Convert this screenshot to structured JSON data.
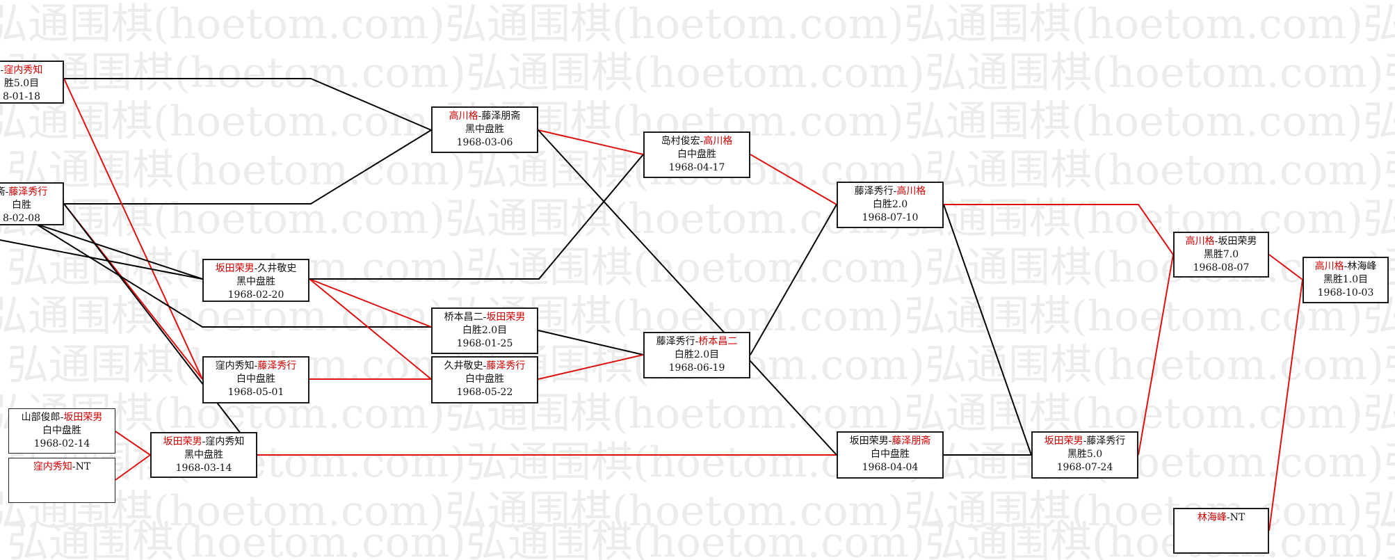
{
  "watermark": "弘通围棋(hoetom.com)",
  "colors": {
    "winner": "#d40000",
    "loser": "#111111",
    "win_line": "#e01010",
    "lose_line": "#000000"
  },
  "games": [
    {
      "id": "g1",
      "p1": "-",
      "p2": "窪内秀知",
      "win": 2,
      "result": "胜5.0目",
      "date": "8-01-18"
    },
    {
      "id": "g2",
      "p1": "斋-",
      "p2": "藤泽秀行",
      "win": 2,
      "result": "白胜",
      "date": "8-02-08"
    },
    {
      "id": "g3",
      "p1": "坂田荣男",
      "p2": "久井敬史",
      "win": 1,
      "result": "黑中盘胜",
      "date": "1968-02-20"
    },
    {
      "id": "g4",
      "p1": "窪内秀知",
      "p2": "藤泽秀行",
      "win": 2,
      "result": "白中盘胜",
      "date": "1968-05-01"
    },
    {
      "id": "g5",
      "p1": "山部俊郎",
      "p2": "坂田荣男",
      "win": 2,
      "result": "白中盘胜",
      "date": "1968-02-14"
    },
    {
      "id": "g6",
      "p1": "窪内秀知",
      "p2": "NT",
      "win": 1,
      "result": "",
      "date": ""
    },
    {
      "id": "g7",
      "p1": "坂田荣男",
      "p2": "窪内秀知",
      "win": 1,
      "result": "黑中盘胜",
      "date": "1968-03-14"
    },
    {
      "id": "g8",
      "p1": "高川格",
      "p2": "藤泽朋斋",
      "win": 1,
      "result": "黑中盘胜",
      "date": "1968-03-06"
    },
    {
      "id": "g9",
      "p1": "桥本昌二",
      "p2": "坂田荣男",
      "win": 2,
      "result": "白胜2.0目",
      "date": "1968-01-25"
    },
    {
      "id": "g10",
      "p1": "久井敬史",
      "p2": "藤泽秀行",
      "win": 2,
      "result": "白中盘胜",
      "date": "1968-05-22"
    },
    {
      "id": "g11",
      "p1": "岛村俊宏",
      "p2": "高川格",
      "win": 2,
      "result": "白中盘胜",
      "date": "1968-04-17"
    },
    {
      "id": "g12",
      "p1": "藤泽秀行",
      "p2": "桥本昌二",
      "win": 2,
      "result": "白胜2.0目",
      "date": "1968-06-19"
    },
    {
      "id": "g13",
      "p1": "藤泽秀行",
      "p2": "高川格",
      "win": 2,
      "result": "白胜2.0",
      "date": "1968-07-10"
    },
    {
      "id": "g14",
      "p1": "坂田荣男",
      "p2": "藤泽朋斋",
      "win": 2,
      "result": "白中盘胜",
      "date": "1968-04-04"
    },
    {
      "id": "g15",
      "p1": "坂田荣男",
      "p2": "藤泽秀行",
      "win": 1,
      "result": "黑胜5.0",
      "date": "1968-07-24"
    },
    {
      "id": "g16",
      "p1": "高川格",
      "p2": "坂田荣男",
      "win": 1,
      "result": "黑胜7.0",
      "date": "1968-08-07"
    },
    {
      "id": "g17",
      "p1": "林海峰",
      "p2": "NT",
      "win": 1,
      "result": "",
      "date": ""
    },
    {
      "id": "g18",
      "p1": "高川格",
      "p2": "林海峰",
      "win": 1,
      "result": "黑胜1.0目",
      "date": "1968-10-03"
    }
  ]
}
